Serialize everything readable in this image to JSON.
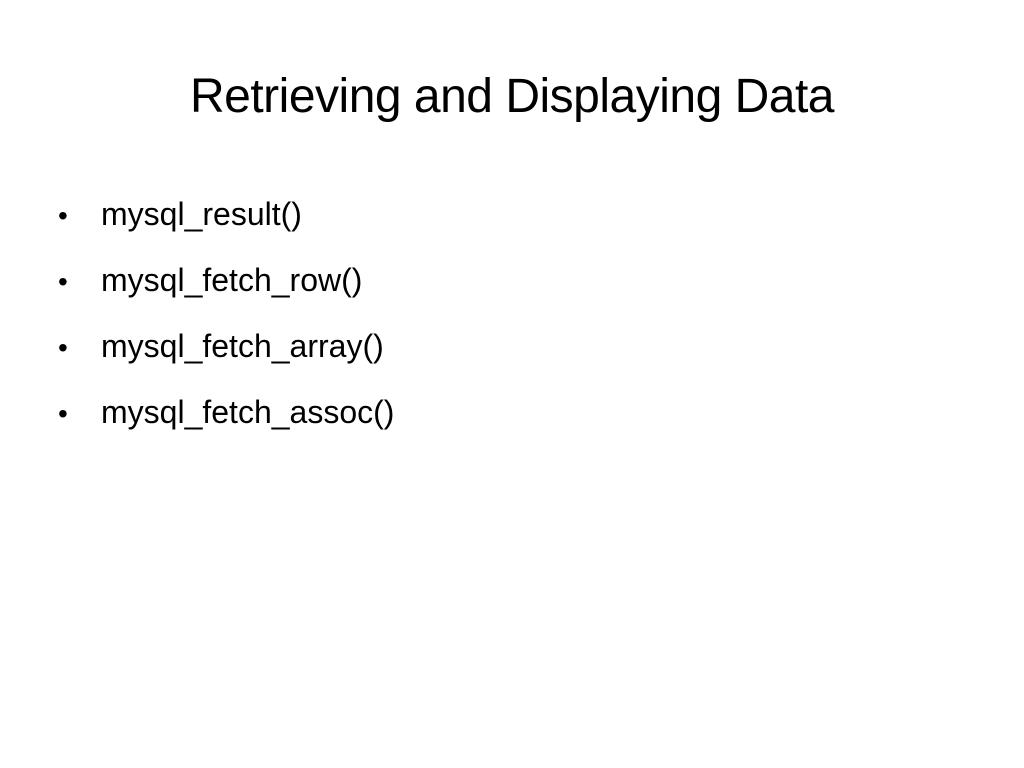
{
  "slide": {
    "title": "Retrieving and Displaying Data",
    "bullet_symbol": "•",
    "bullets": [
      "mysql_result()",
      "mysql_fetch_row()",
      "mysql_fetch_array()",
      "mysql_fetch_assoc()"
    ]
  }
}
